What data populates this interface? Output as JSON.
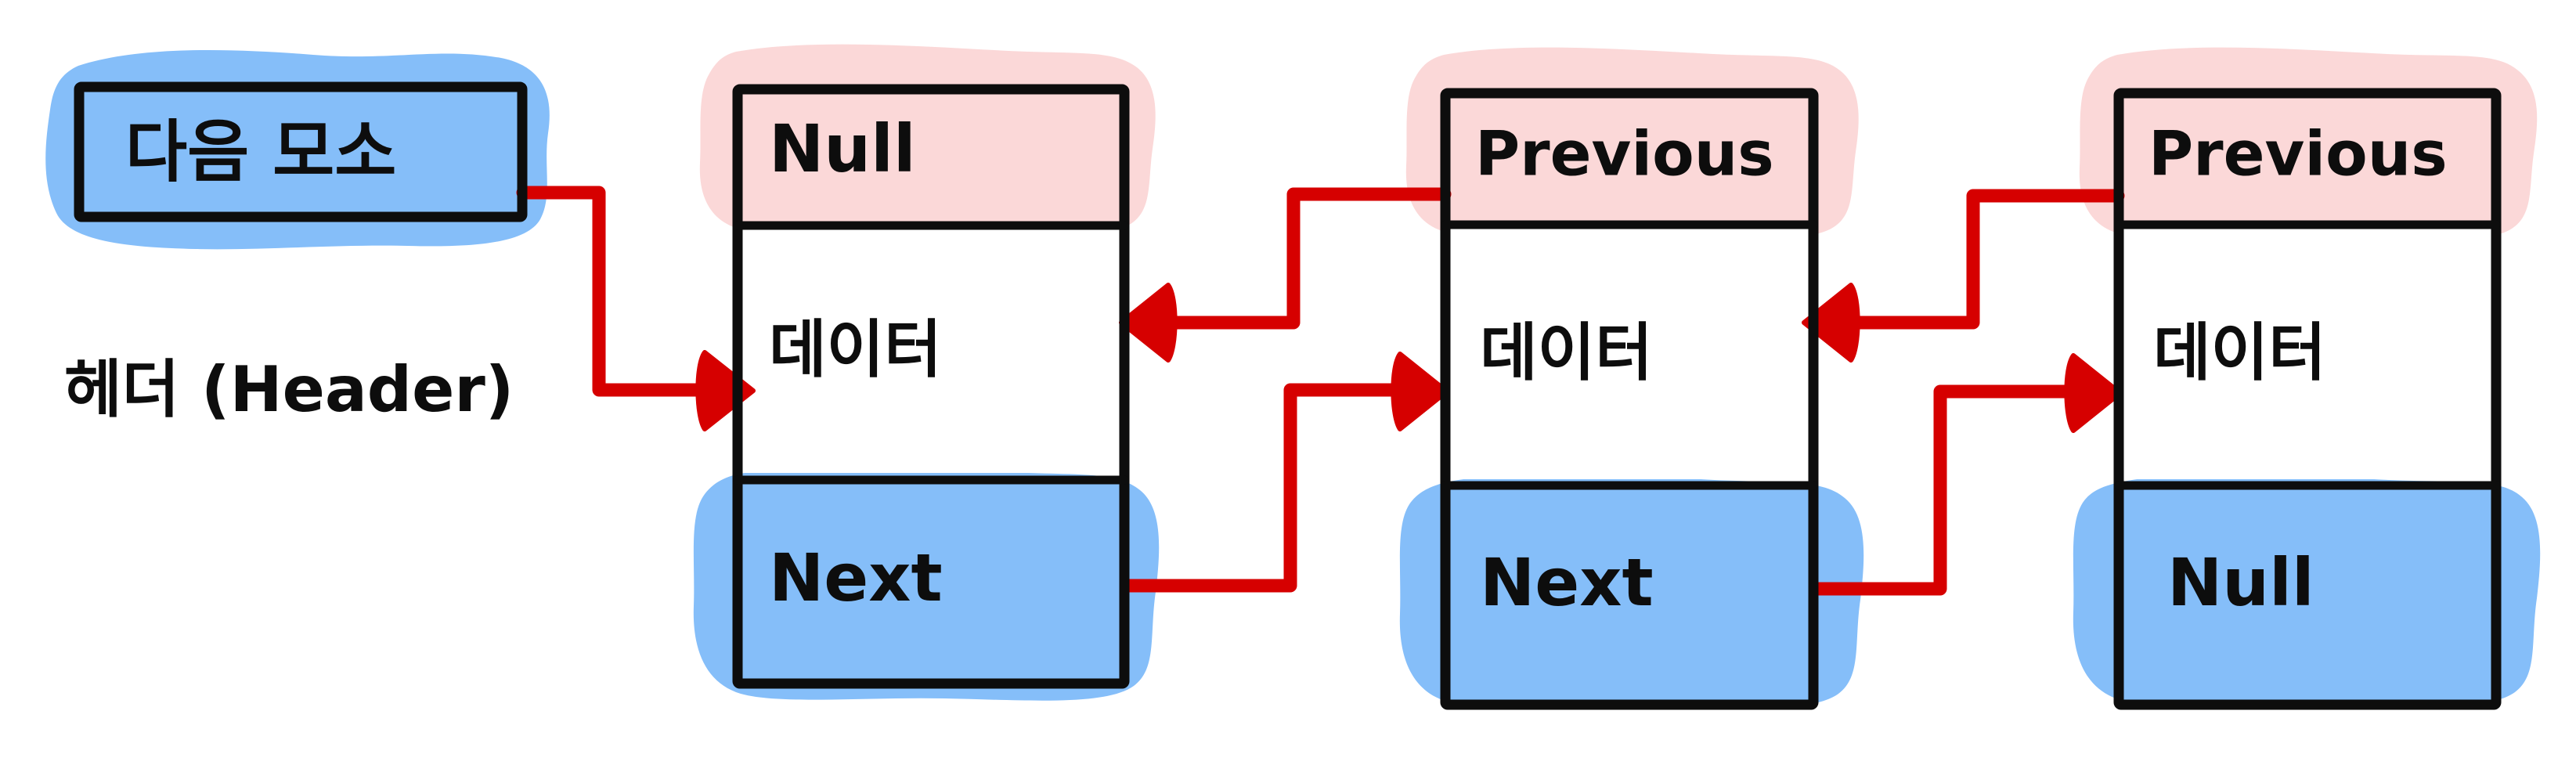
{
  "diagram": {
    "title_text": "doubly-linked-list",
    "colors": {
      "pink": "#fbd8d8",
      "blue": "#85beF9",
      "red": "#d60000",
      "ink": "#0d0d0d",
      "white": "#ffffff"
    },
    "header": {
      "box_label": "다음 모소",
      "caption": "헤더 (Header)"
    },
    "nodes": [
      {
        "name": "node-1",
        "prev_label": "Null",
        "data_label": "데이터",
        "next_label": "Next"
      },
      {
        "name": "node-2",
        "prev_label": "Previous",
        "data_label": "데이터",
        "next_label": "Next"
      },
      {
        "name": "node-3",
        "prev_label": "Previous",
        "data_label": "데이터",
        "next_label": "Null"
      }
    ],
    "connectors": [
      {
        "name": "header-to-node1",
        "direction": "right"
      },
      {
        "name": "node1-next-to-node2-data",
        "direction": "right"
      },
      {
        "name": "node2-previous-to-node1-data",
        "direction": "left"
      },
      {
        "name": "node2-next-to-node3-data",
        "direction": "right"
      },
      {
        "name": "node3-previous-to-node2-data",
        "direction": "left"
      }
    ]
  }
}
